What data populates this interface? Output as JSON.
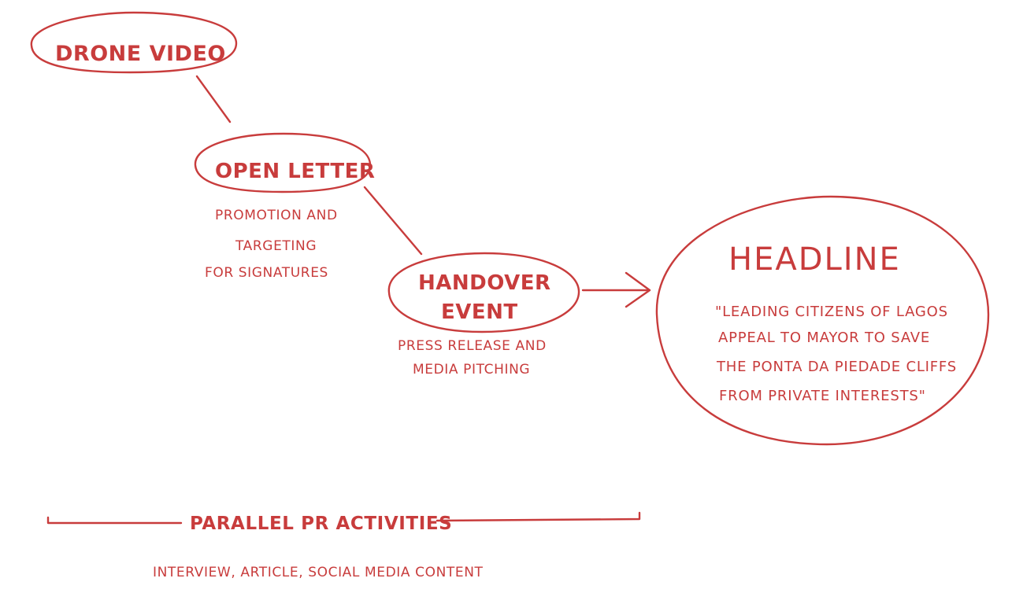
{
  "diagram": {
    "nodes": {
      "drone_video": {
        "label": "DRONE VIDEO"
      },
      "open_letter": {
        "label": "OPEN LETTER",
        "notes": [
          "PROMOTION AND",
          "TARGETING",
          "FOR SIGNATURES"
        ]
      },
      "handover_event": {
        "label_lines": [
          "HANDOVER",
          "EVENT"
        ],
        "notes": [
          "PRESS RELEASE AND",
          "MEDIA PITCHING"
        ]
      },
      "headline": {
        "label": "HEADLINE",
        "quote_lines": [
          "\"LEADING CITIZENS OF LAGOS",
          "APPEAL TO MAYOR TO SAVE",
          "THE PONTA DA PIEDADE CLIFFS",
          "FROM PRIVATE INTERESTS\""
        ]
      }
    },
    "parallel": {
      "label": "PARALLEL PR ACTIVITIES",
      "items": "INTERVIEW, ARTICLE, SOCIAL MEDIA CONTENT"
    },
    "colors": {
      "ink": "#c83c3c",
      "background": "#ffffff"
    }
  }
}
